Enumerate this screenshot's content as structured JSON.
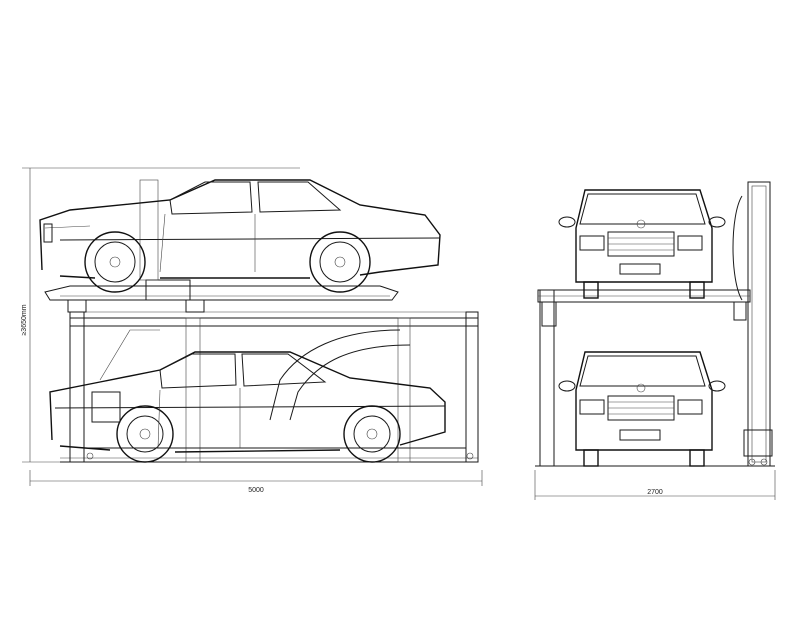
{
  "dimensions": {
    "side_length": "5000",
    "front_width": "2700",
    "height": "≥3650mm"
  },
  "colors": {
    "line": "#1a1a1a",
    "background": "#ffffff"
  }
}
